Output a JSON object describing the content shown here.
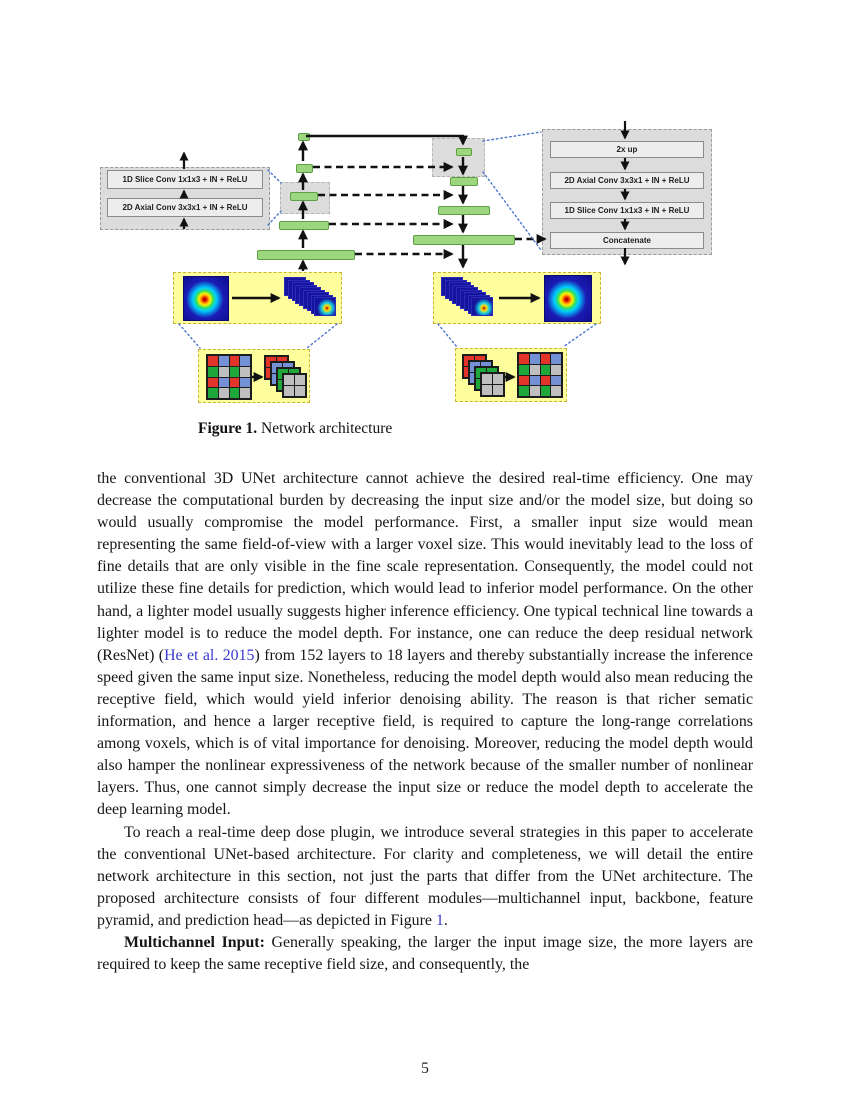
{
  "page": {
    "number": "5"
  },
  "figure": {
    "caption": {
      "label": "Figure 1.",
      "text": "Network architecture"
    },
    "left_panel": {
      "boxes": [
        "1D Slice Conv 1x1x3 + IN + ReLU",
        "2D Axial Conv 3x3x1 + IN + ReLU"
      ]
    },
    "right_panel": {
      "boxes": [
        "2x up",
        "2D Axial Conv 3x3x1 + IN + ReLU",
        "1D Slice Conv 1x1x3 + IN + ReLU",
        "Concatenate"
      ]
    },
    "colors": {
      "feature_bar_fill": "#9cd67e",
      "feature_bar_border": "#5f9e44",
      "panel_fill": "#dcdcdc",
      "yellow_box_fill": "#feff9c",
      "connector_blue": "#4a74cc",
      "link_blue": "#3a3ad0",
      "dose_blue": "#14149e"
    },
    "voxel": {
      "palette": {
        "red": "#e3342a",
        "blue": "#7591d6",
        "green": "#1ea83c",
        "gray": "#bfbfbf"
      },
      "pattern": [
        "red",
        "blue",
        "red",
        "blue",
        "green",
        "gray",
        "green",
        "gray",
        "red",
        "blue",
        "red",
        "blue",
        "green",
        "gray",
        "green",
        "gray"
      ],
      "stack_order": [
        "red",
        "blue",
        "green",
        "gray"
      ]
    },
    "slice_stack": {
      "count": 9
    }
  },
  "body": {
    "p1": {
      "t1": "the conventional 3D UNet architecture cannot achieve the desired real-time efficiency. One may decrease the computational burden by decreasing the input size and/or the model size, but doing so would usually compromise the model performance. First, a smaller input size would mean representing the same field-of-view with a larger voxel size. This would inevitably lead to the loss of fine details that are only visible in the fine scale representation. Consequently, the model could not utilize these fine details for prediction, which would lead to inferior model performance. On the other hand, a lighter model usually suggests higher inference efficiency. One typical technical line towards a lighter model is to reduce the model depth. For instance, one can reduce the deep residual network (ResNet) (",
      "link": "He et al. 2015",
      "t2": ") from 152 layers to 18 layers and thereby substantially increase the inference speed given the same input size. Nonetheless, reducing the model depth would also mean reducing the receptive field, which would yield inferior denoising ability. The reason is that richer sematic information, and hence a larger receptive field, is required to capture the long-range correlations among voxels, which is of vital importance for denoising. Moreover, reducing the model depth would also hamper the nonlinear expressiveness of the network because of the smaller number of nonlinear layers. Thus, one cannot simply decrease the input size or reduce the model depth to accelerate the deep learning model."
    },
    "p2": {
      "t1": "To reach a real-time deep dose plugin, we introduce several strategies in this paper to accelerate the conventional UNet-based architecture. For clarity and completeness, we will detail the entire network architecture in this section, not just the parts that differ from the UNet architecture. The proposed architecture consists of four different modules—multichannel input, backbone, feature pyramid, and prediction head—as depicted in Figure ",
      "link": "1",
      "t2": "."
    },
    "p3": {
      "lead": "Multichannel Input:",
      "t1": " Generally speaking, the larger the input image size, the more layers are required to keep the same receptive field size, and consequently, the"
    }
  }
}
